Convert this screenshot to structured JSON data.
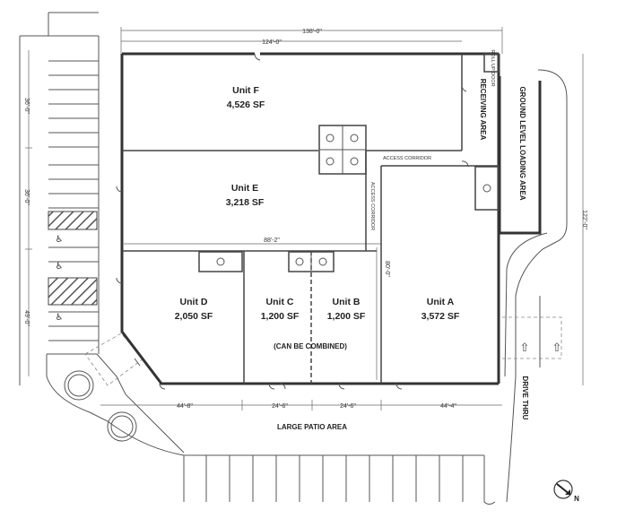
{
  "building": {
    "overall_width": "138'-0\"",
    "overall_depth": "122'-0\"",
    "north_width": "124'-0\"",
    "inner_width": "88'-2\"",
    "inner_depth": "80'-0\"",
    "left_dim_top": "36'-0\"",
    "left_dim_mid": "36'-0\"",
    "left_dim_bottom": "49'-0\""
  },
  "units": {
    "f": {
      "name": "Unit F",
      "area": "4,526 SF"
    },
    "e": {
      "name": "Unit E",
      "area": "3,218 SF"
    },
    "d": {
      "name": "Unit D",
      "area": "2,050 SF"
    },
    "c": {
      "name": "Unit C",
      "area": "1,200 SF"
    },
    "b": {
      "name": "Unit B",
      "area": "1,200 SF"
    },
    "a": {
      "name": "Unit A",
      "area": "3,572 SF"
    }
  },
  "labels": {
    "can_be_combined": "(CAN BE COMBINED)",
    "receiving_area": "RECEIVING AREA",
    "roll_up_door": "ROLL UP DOOR",
    "ground_level_loading": "GROUND LEVEL LOADING AREA",
    "access_corridor_h": "ACCESS CORRIDOR",
    "access_corridor_v": "ACCESS CORRIDOR",
    "large_patio": "LARGE PATIO AREA",
    "drive_thru": "DRIVE THRU",
    "north": "N"
  },
  "frontage_dims": {
    "d": "44'-8\"",
    "c": "24'-6\"",
    "b": "24'-6\"",
    "a": "44'-4\""
  },
  "icons": [
    "accessible-parking-icon",
    "drive-thru-arrow-icon",
    "north-arrow-icon"
  ]
}
